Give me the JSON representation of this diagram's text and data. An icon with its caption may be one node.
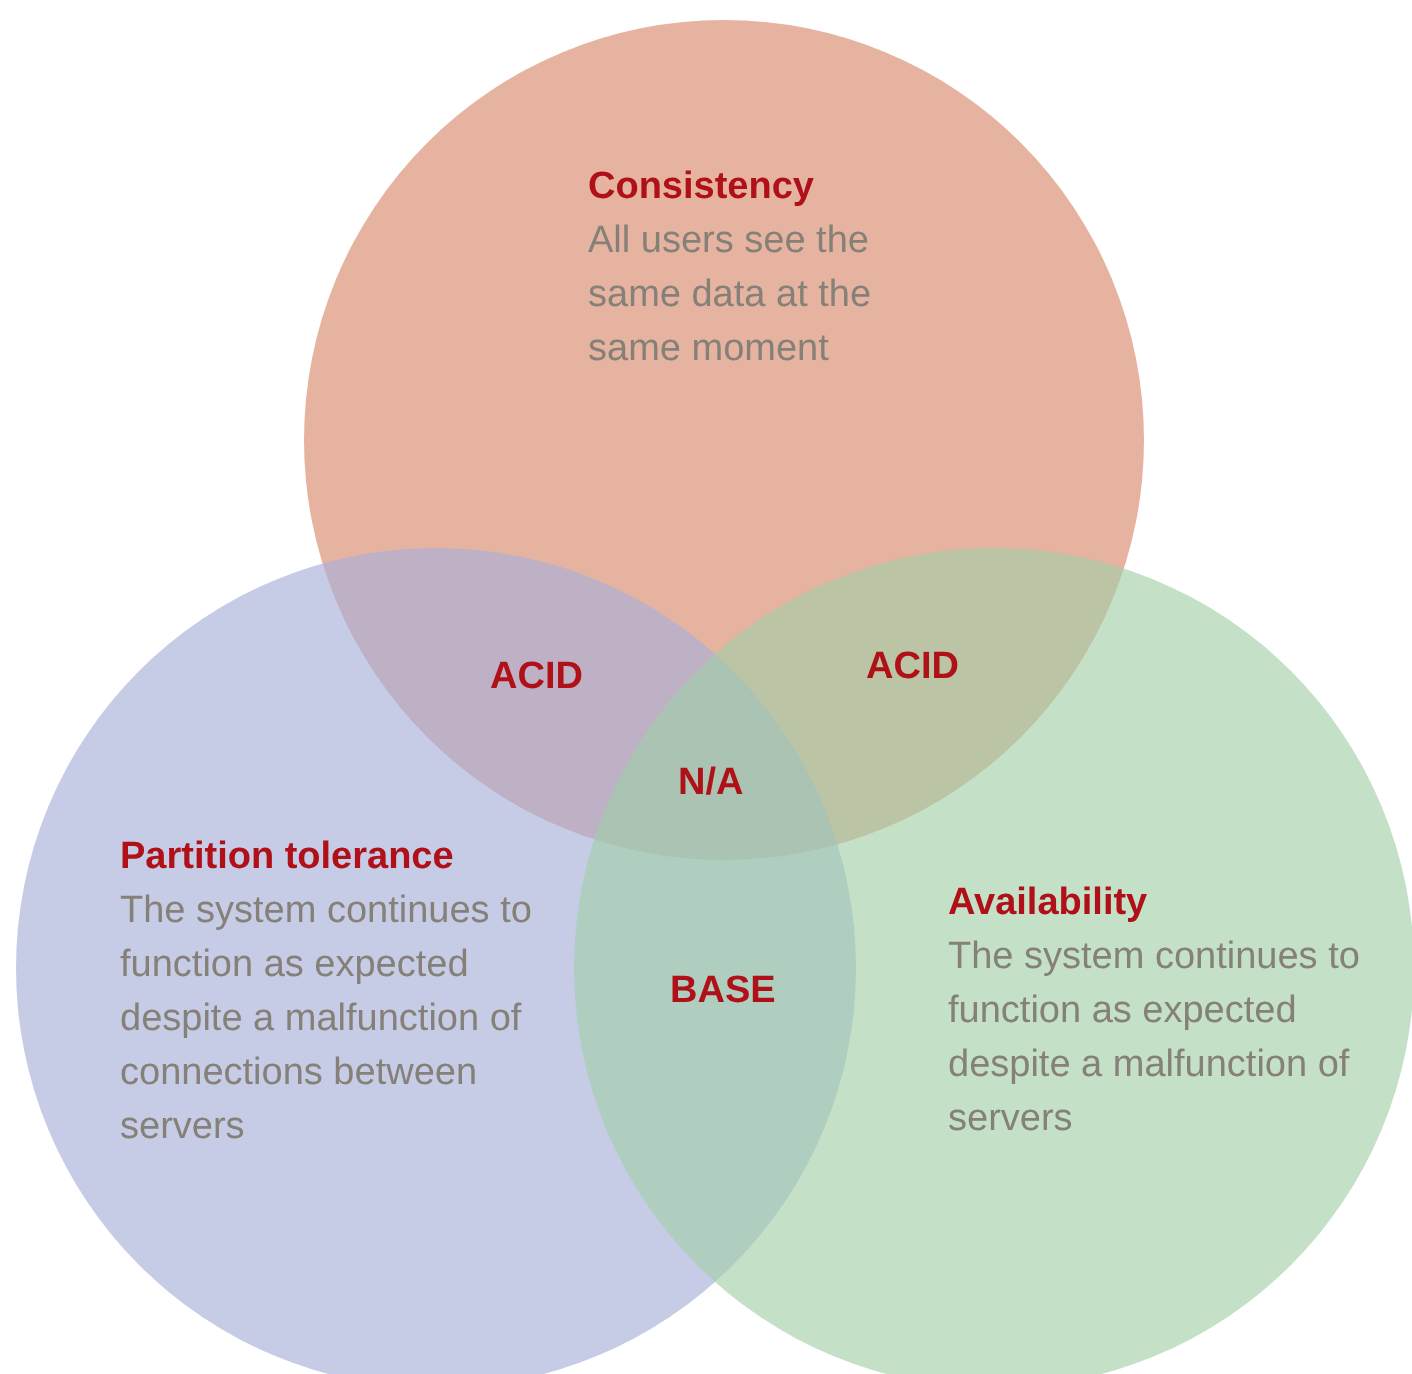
{
  "diagram": {
    "nodes": [
      {
        "text": [
          "Consistency",
          "All users see the same data at the same moment"
        ]
      },
      {
        "text": [
          "Partition tolerance",
          "The system continues to function as expected despite a malfunction of connections between servers"
        ]
      },
      {
        "text": [
          "Availability",
          "The system continues to function as expected despite a malfunction of servers"
        ]
      }
    ],
    "edges": [],
    "labels": [
      "ACID",
      "ACID",
      "N/A",
      "BASE"
    ]
  }
}
